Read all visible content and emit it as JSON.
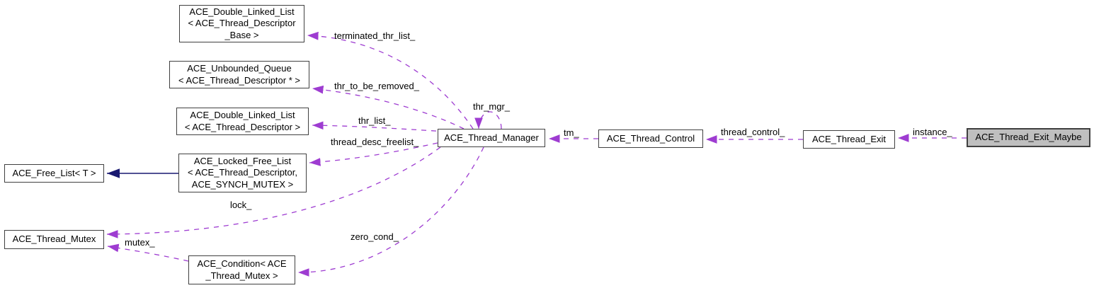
{
  "diagram": {
    "colors": {
      "edge": "#9e3cd1",
      "arrowhead": "#9932cc",
      "inheritance": "#191970",
      "node_border": "#404040",
      "node_fill": "#ffffff",
      "highlight_fill": "#bfbfbf",
      "background": "#ffffff",
      "text": "#000000"
    },
    "nodes": [
      {
        "id": "ace-double-linked-list-base",
        "lines": [
          "ACE_Double_Linked_List",
          "< ACE_Thread_Descriptor",
          "_Base >"
        ],
        "highlighted": false
      },
      {
        "id": "ace-unbounded-queue",
        "lines": [
          "ACE_Unbounded_Queue",
          "< ACE_Thread_Descriptor * >"
        ],
        "highlighted": false
      },
      {
        "id": "ace-double-linked-list",
        "lines": [
          "ACE_Double_Linked_List",
          "< ACE_Thread_Descriptor >"
        ],
        "highlighted": false
      },
      {
        "id": "ace-locked-free-list",
        "lines": [
          "ACE_Locked_Free_List",
          "< ACE_Thread_Descriptor,",
          "ACE_SYNCH_MUTEX >"
        ],
        "highlighted": false
      },
      {
        "id": "ace-free-list",
        "lines": [
          "ACE_Free_List< T >"
        ],
        "highlighted": false
      },
      {
        "id": "ace-thread-mutex",
        "lines": [
          "ACE_Thread_Mutex"
        ],
        "highlighted": false
      },
      {
        "id": "ace-condition",
        "lines": [
          "ACE_Condition< ACE",
          "_Thread_Mutex >"
        ],
        "highlighted": false
      },
      {
        "id": "ace-thread-manager",
        "lines": [
          "ACE_Thread_Manager"
        ],
        "highlighted": false
      },
      {
        "id": "ace-thread-control",
        "lines": [
          "ACE_Thread_Control"
        ],
        "highlighted": false
      },
      {
        "id": "ace-thread-exit",
        "lines": [
          "ACE_Thread_Exit"
        ],
        "highlighted": false
      },
      {
        "id": "ace-thread-exit-maybe",
        "lines": [
          "ACE_Thread_Exit_Maybe"
        ],
        "highlighted": true
      }
    ],
    "edge_labels": [
      {
        "text": "terminated_thr_list_"
      },
      {
        "text": "thr_to_be_removed_"
      },
      {
        "text": "thr_list_"
      },
      {
        "text": "thread_desc_freelist_"
      },
      {
        "text": "thr_mgr_"
      },
      {
        "text": "tm_"
      },
      {
        "text": "thread_control_"
      },
      {
        "text": "instance_"
      },
      {
        "text": "lock_"
      },
      {
        "text": "zero_cond_"
      },
      {
        "text": "mutex_"
      }
    ]
  }
}
